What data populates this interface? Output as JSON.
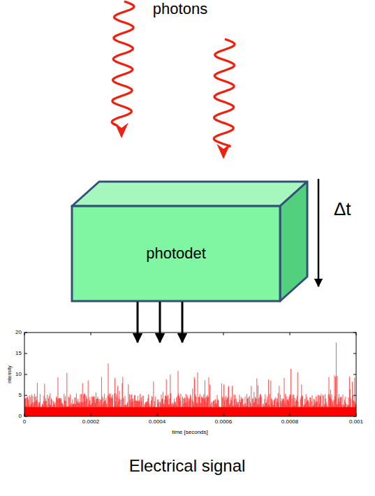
{
  "diagram": {
    "nodes": [
      {
        "text": [
          "photodet"
        ]
      }
    ],
    "labels": [
      "photons",
      "Δt",
      "20",
      "15",
      "10",
      "5",
      "0",
      "0",
      "0.0002",
      "0.0004",
      "0.0006",
      "0.0008",
      "0.001",
      "intensity",
      "time [seconds]",
      "Electrical signal"
    ]
  }
}
